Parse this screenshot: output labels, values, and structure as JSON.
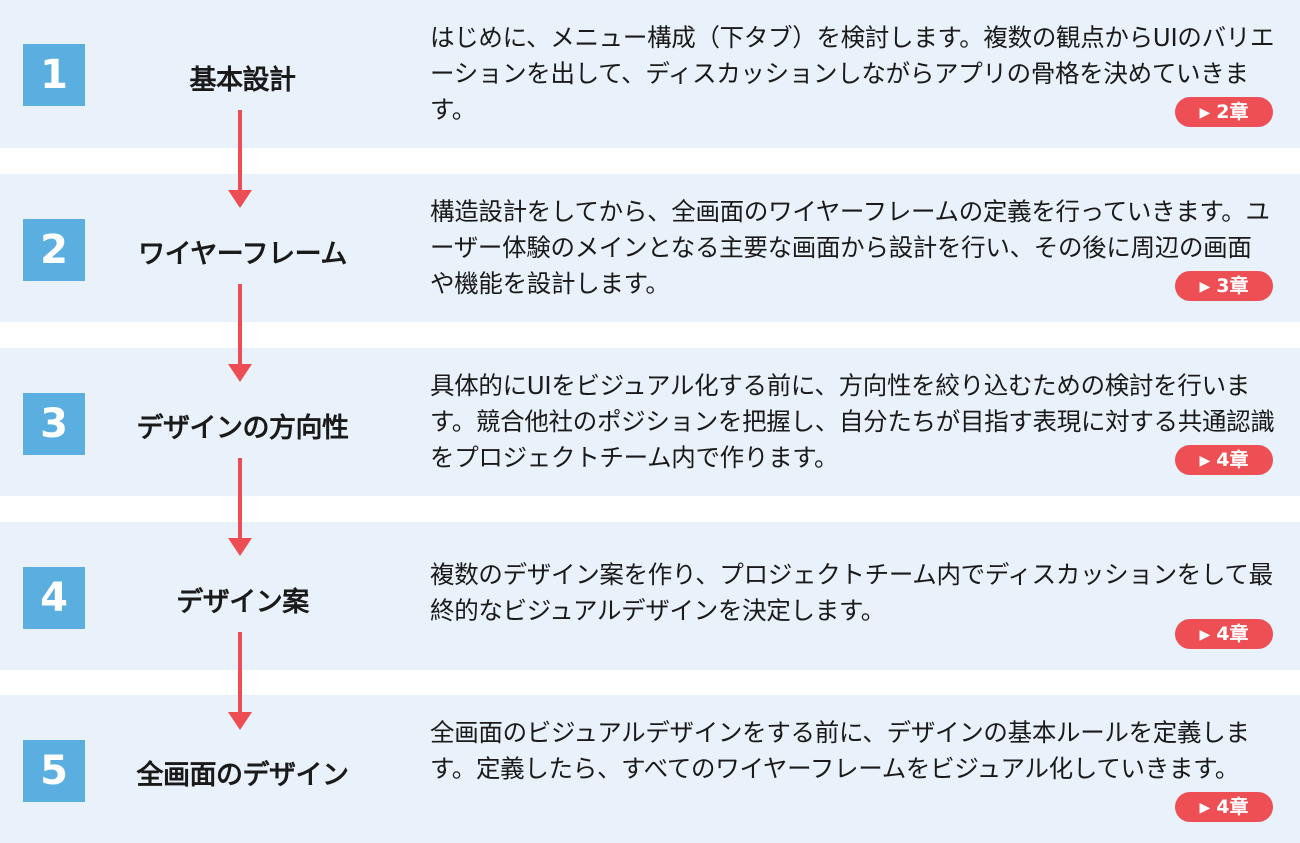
{
  "steps": [
    {
      "number": "1",
      "title": "基本設計",
      "description": "はじめに、メニュー構成（下タブ）を検討します。複数の観点からUIのバリエーションを出して、ディスカッションしながらアプリの骨格を決めていきます。",
      "chapter": "2章"
    },
    {
      "number": "2",
      "title": "ワイヤーフレーム",
      "description": "構造設計をしてから、全画面のワイヤーフレームの定義を行っていきます。ユーザー体験のメインとなる主要な画面から設計を行い、その後に周辺の画面や機能を設計します。",
      "chapter": "3章"
    },
    {
      "number": "3",
      "title": "デザインの方向性",
      "description": "具体的にUIをビジュアル化する前に、方向性を絞り込むための検討を行います。競合他社のポジションを把握し、自分たちが目指す表現に対する共通認識をプロジェクトチーム内で作ります。",
      "chapter": "4章"
    },
    {
      "number": "4",
      "title": "デザイン案",
      "description": "複数のデザイン案を作り、プロジェクトチーム内でディスカッションをして最終的なビジュアルデザインを決定します。",
      "chapter": "4章"
    },
    {
      "number": "5",
      "title": "全画面のデザイン",
      "description": "全画面のビジュアルデザインをする前に、デザインの基本ルールを定義します。定義したら、すべてのワイヤーフレームをビジュアル化していきます。",
      "chapter": "4章"
    }
  ],
  "colors": {
    "row_background": "#e9f1fa",
    "number_box": "#5aaee0",
    "arrow": "#ec4e54",
    "badge": "#ed4f55"
  },
  "icons": {
    "badge_marker": "play-triangle-icon",
    "connector": "arrow-down-icon"
  }
}
